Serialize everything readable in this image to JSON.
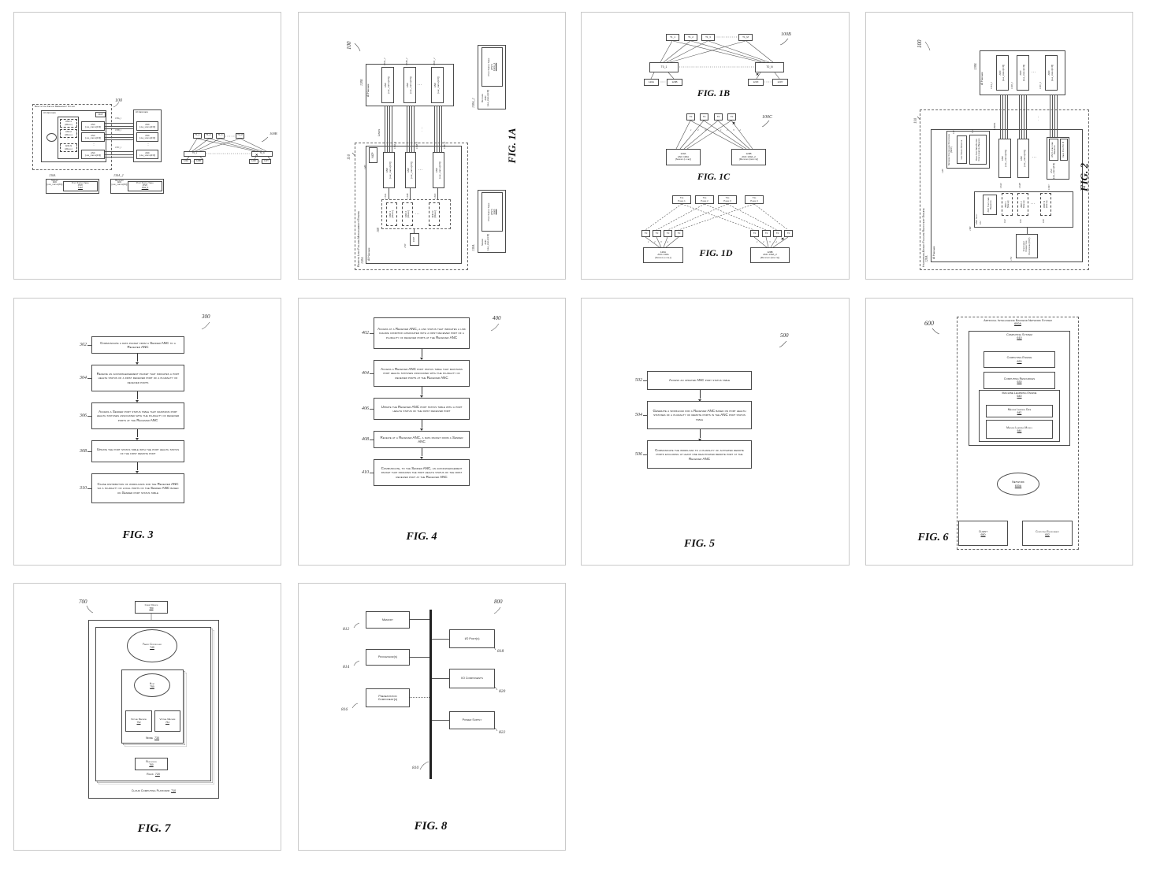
{
  "glyphs": {
    "x": "✕",
    "vdots": "⋮",
    "hdots": "· · ·"
  },
  "front": {
    "ref": "100",
    "sys": "Remote Link Failure Management System",
    "aihw": "AI Hardware",
    "ncp": "NCP",
    "anc": "ANC",
    "ls": "[link_status[3:0]]",
    "w1": "ANC-1",
    "w2": "ANC-2",
    "wn": "ANC-N",
    "wrk": "(Wrkld)",
    "ref_links": [
      "130A_1",
      "130B_1",
      "130C_1"
    ],
    "mini": {
      "ref": "100B",
      "t1": [
        "T1_1",
        "T1_2",
        "T1_3",
        "T1_M"
      ],
      "t01": "T0_1",
      "t0n": "T0_N",
      "b": [
        "120A",
        "120B",
        "120X",
        "120Y"
      ]
    },
    "sender": {
      "ref": "130A",
      "l1": "Sender",
      "l2": "ANC",
      "l3": "[link_status[3:0]]",
      "p1": "Port Status Table",
      "p2": "(PST)",
      "p3": "132A"
    },
    "receiver": {
      "ref": "130A_2",
      "l1": "Receiver",
      "l2": "ANC",
      "l3": "[link_status[3:0]]",
      "p1": "Port Status Table",
      "p2": "(PST)",
      "p3": "132A_2"
    }
  },
  "fig1a": {
    "label": "FIG. 1A",
    "ref": "100",
    "engine": "Remote Link Failure Management Engine",
    "ref110": "110",
    "aihw": "AI Hardware",
    "ref120a": "120A",
    "ref120b": "120B",
    "ncp": "NCP",
    "ref140": "140",
    "links": "Links",
    "anc": "ANC",
    "ls": "[link_status[3:0]]",
    "reflA": [
      "130A",
      "130B",
      "130C"
    ],
    "reflB": [
      "130A_2",
      "130B_2",
      "130C_2"
    ],
    "reflL": [
      "130A_1",
      "130B_1",
      "130C_1"
    ],
    "ref160": "160",
    "ccp": "CCP",
    "ref150": "150",
    "w1": "ANC 1",
    "w2": "ANC 2",
    "wn": "ANC N",
    "wrk": "[Wrkld]",
    "sender": {
      "ref": "130A",
      "l1": "Sender",
      "l2": "ANC",
      "l3": "[link_status[3:0]]",
      "p1": "Port Status Table",
      "p2": "(PST)",
      "p3": "132A"
    },
    "receiver": {
      "ref": "130A_2",
      "l1": "Receiver",
      "l2": "ANC",
      "l3": "[link_status[3:0]]",
      "p1": "Port Status Table",
      "p2": "(PST)",
      "p3": "132A_2"
    }
  },
  "fig1b": {
    "label": "FIG. 1B",
    "ref": "100B",
    "t1": [
      "T1_1",
      "T1_2",
      "T1_3",
      "T1_M"
    ],
    "t01": "T0_1",
    "t0n": "T0_N",
    "bl": [
      "120A",
      "120B"
    ],
    "br": [
      "120X",
      "120Y"
    ]
  },
  "fig1c": {
    "label": "FIG. 1C",
    "ref": "100C",
    "t0": "T0",
    "nl": [
      "1",
      "2",
      "3"
    ],
    "nr": [
      "1",
      "2",
      "3",
      "4"
    ],
    "sender": [
      "120A",
      "ANC 130A",
      "[Sender (local)]"
    ],
    "receiver": [
      "120B",
      "ANC 130A_2",
      "[Receiver (remote)]"
    ]
  },
  "fig1d": {
    "label": "FIG. 1D",
    "planes": [
      [
        "T1s",
        "Plane 1"
      ],
      [
        "T1s",
        "Plane 2"
      ],
      [
        "T1s",
        "Plane 3"
      ],
      [
        "T1s",
        "Plane 4"
      ]
    ],
    "t0": "T0",
    "nums": [
      "1",
      "2",
      "3",
      "4"
    ],
    "sender": [
      "120A",
      "ANC 130A",
      "[Sender (local)]"
    ],
    "receiver": [
      "120B",
      "ANC 130A_2",
      "[Receiver (remote)]"
    ]
  },
  "fig2": {
    "label": "FIG. 2",
    "ref": "100",
    "engine": "Hardware-Based Failure Recovery Engine",
    "ref110": "110",
    "aihw": "AI Hardware",
    "ref120a": "120A",
    "ref120b": "120B",
    "ncp": "Network Controller Processor (NCP)",
    "ref140": "140",
    "lsm": "Link Status Monitor",
    "ref142": "142",
    "dbcm": "Real-Time Data Buffer Configuration Manager",
    "ref144": "144",
    "anc": "ANC",
    "ls": "[link_status[3:0]]",
    "links": "Links",
    "llb": "ANC Local Load Balancer",
    "vpb": "Valid Port Bit M",
    "sync": "ANC Sync",
    "ref160": "160",
    "slb": "ANC Sync Load Balancer",
    "ref162": "162",
    "w1": "ANC 1",
    "w2": "ANC 2",
    "wn": "ANC N",
    "wrk": "[Wrkld]",
    "refw": [
      "164",
      "166",
      "168"
    ],
    "ccp": "Component Connection Processor (CCP)",
    "ref152": "152",
    "refl": [
      "130A′",
      "130B′",
      "130C′"
    ],
    "refr": [
      "130A_2",
      "130B_2",
      "130C_2"
    ]
  },
  "fig3": {
    "label": "FIG. 3",
    "ref": "300",
    "steps": [
      {
        "num": "302",
        "text": "Communicate a data packet from a Sender ANC to a Receiver ANC"
      },
      {
        "num": "304",
        "text": "Receive an acknowledgement packet that indicates a port health status of a first receiver port of a plurality of receiver ports"
      },
      {
        "num": "306",
        "text": "Access a Sender port status table that maintains port health statuses associated with the plurality of receiver ports at the Receiver ANC"
      },
      {
        "num": "308",
        "text": "Update the port status table with the port health status of the first remote port"
      },
      {
        "num": "310",
        "text": "Cause distribution of workloads for the Receiver ANC via a plurality of local ports of the Sender ANC based on Sender port status table"
      }
    ]
  },
  "fig4": {
    "label": "FIG. 4",
    "ref": "400",
    "steps": [
      {
        "num": "402",
        "text": "Access at a Receiver ANC, a link status that indicates a link failure condition associated with a first receiver port of a plurality of receiver ports at the Receiver ANC"
      },
      {
        "num": "404",
        "text": "Access a Receiver ANC port status table that maintains port health statuses associated with the plurality of receiver ports at the Receiver ANC"
      },
      {
        "num": "406",
        "text": "Update the Receiver ANC port status table with a port health status of the first receiver port"
      },
      {
        "num": "408",
        "text": "Receive at a Receiver ANC, a data packet from a Sender ANC"
      },
      {
        "num": "410",
        "text": "Communicate, to the Sender ANC, an acknowledgement packet that indicates the port health status of the first receiver port at the Receiver ANC"
      }
    ]
  },
  "fig5": {
    "label": "FIG. 5",
    "ref": "500",
    "steps": [
      {
        "num": "502",
        "text": "Access an updated ANC port status table"
      },
      {
        "num": "504",
        "text": "Generate a workload for a Receiver ANC based on port health statuses of a plurality of remote ports in the ANC port status table"
      },
      {
        "num": "506",
        "text": "Communicate the workload to a plurality of activated remote ports excluding at least one deactivated remote port at the Receiver ANC"
      }
    ]
  },
  "fig6": {
    "label": "FIG. 6",
    "ref": "600",
    "sys": "Artificial Intelligence Backend Network System",
    "sys_num": "600A",
    "cs": "Computing System",
    "cs_num": "610",
    "ce": "Computing Engine",
    "ce_num": "620",
    "cr": "Computing Resources",
    "cr_num": "630",
    "mle": "Machine Learning Engine",
    "mle_num": "640",
    "mld": "Machine Learning Data",
    "mld_num": "642",
    "mlm": "Machine Learning Models",
    "mlm_num": "644",
    "net": "Network",
    "net_num": "630A",
    "client": "Client",
    "client_num": "650",
    "env": "Computing Environment",
    "env_num": "652"
  },
  "fig7": {
    "label": "FIG. 7",
    "ref": "700",
    "cd": "Client Device",
    "cd_num": "780",
    "fc": "Fabric Controller",
    "fc_num": "740",
    "host": "Host",
    "host_num": "750",
    "vm": "Virtual Machine",
    "vm1_num": "752",
    "vm2_num": "754",
    "node": "Node",
    "node_num": "730",
    "res": "Resources",
    "res_num": "760",
    "rack": "Rack",
    "rack_num": "720",
    "plat": "Cloud Computing Platform",
    "plat_num": "710"
  },
  "fig8": {
    "label": "FIG. 8",
    "ref": "800",
    "bus_num": "810",
    "mem": "Memory",
    "mem_num": "812",
    "proc": "Processor(s)",
    "proc_num": "814",
    "pres": "Presentation Component(s)",
    "pres_num": "816",
    "io": "I/O Port(s)",
    "io_num": "818",
    "ioc": "I/O Components",
    "ioc_num": "820",
    "pwr": "Power Supply",
    "pwr_num": "822"
  }
}
